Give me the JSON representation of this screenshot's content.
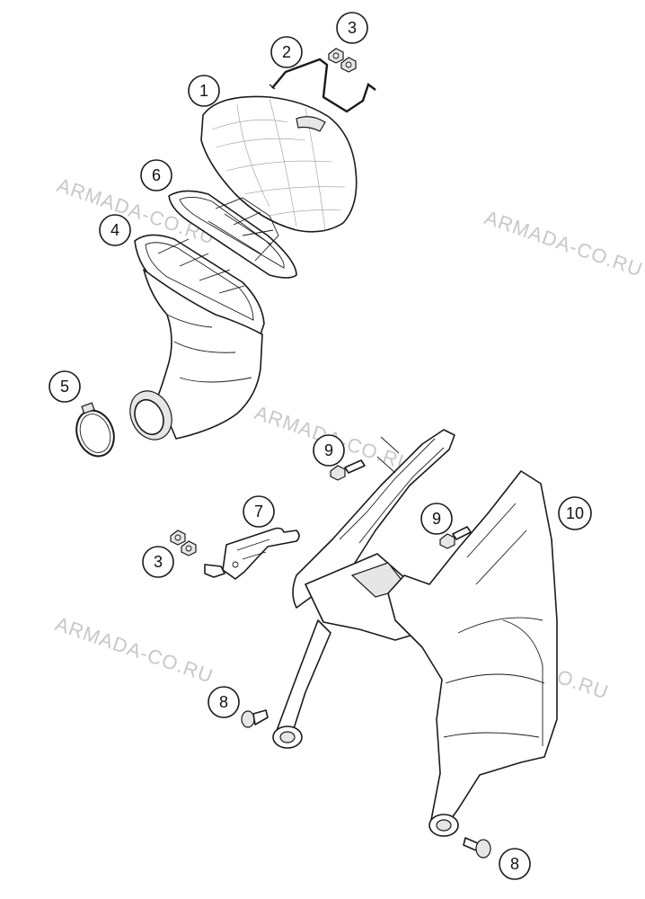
{
  "watermark": "ARMADA-CO.RU",
  "callouts": {
    "c1": "1",
    "c2": "2",
    "c3a": "3",
    "c3b": "3",
    "c4": "4",
    "c5": "5",
    "c6": "6",
    "c7": "7",
    "c8a": "8",
    "c8b": "8",
    "c9a": "9",
    "c9b": "9",
    "c10": "10"
  }
}
